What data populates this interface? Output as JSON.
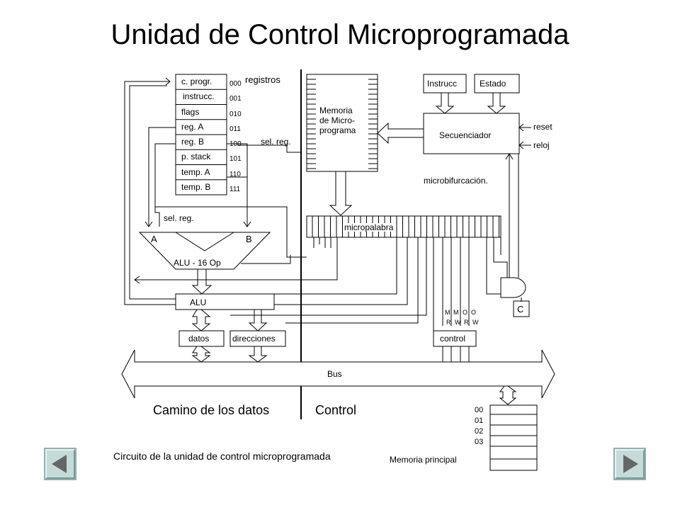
{
  "slide": {
    "title": "Unidad de Control Microprogramada",
    "caption": "Circuito de la unidad de control microprogramada",
    "section_left": "Camino de los datos",
    "section_right": "Control"
  },
  "registers": {
    "label": "registros",
    "items": [
      {
        "name": "c. progr.",
        "code": "000"
      },
      {
        "name": "instrucc.",
        "code": "001"
      },
      {
        "name": "flags",
        "code": "010"
      },
      {
        "name": "reg. A",
        "code": "011"
      },
      {
        "name": "reg. B",
        "code": "100"
      },
      {
        "name": "p. stack",
        "code": "101"
      },
      {
        "name": "temp. A",
        "code": "110"
      },
      {
        "name": "temp. B",
        "code": "111"
      }
    ]
  },
  "datapath": {
    "sel_reg_top": "sel. reg.",
    "sel_reg_left": "sel. reg.",
    "alu_input_a": "A",
    "alu_input_b": "B",
    "alu_ops": "ALU - 16 Op",
    "alu_register": "ALU",
    "data_buffer": "datos",
    "address_buffer": "direcciones",
    "bus": "Bus"
  },
  "control": {
    "microprogram_memory": [
      "Memoria",
      "de Micro-",
      "programa"
    ],
    "microword": "micropalabra",
    "instruction": "Instrucc",
    "state": "Estado",
    "sequencer": "Secuenciador",
    "reset": "reset",
    "clock": "reloj",
    "microbranch": "microbifurcación.",
    "condition": "C",
    "control_block": "control",
    "signals_top": [
      "M",
      "M",
      "O",
      "O"
    ],
    "signals_bottom": [
      "R",
      "W",
      "R",
      "W"
    ]
  },
  "main_memory": {
    "label": "Memoria principal",
    "addresses": [
      "00",
      "01",
      "02",
      "03"
    ]
  },
  "navigation": {
    "prev_icon": "triangle-left-icon",
    "next_icon": "triangle-right-icon"
  },
  "colors": {
    "nav_button": "#c6dbd9",
    "nav_arrow": "#666666",
    "line": "#000000"
  }
}
